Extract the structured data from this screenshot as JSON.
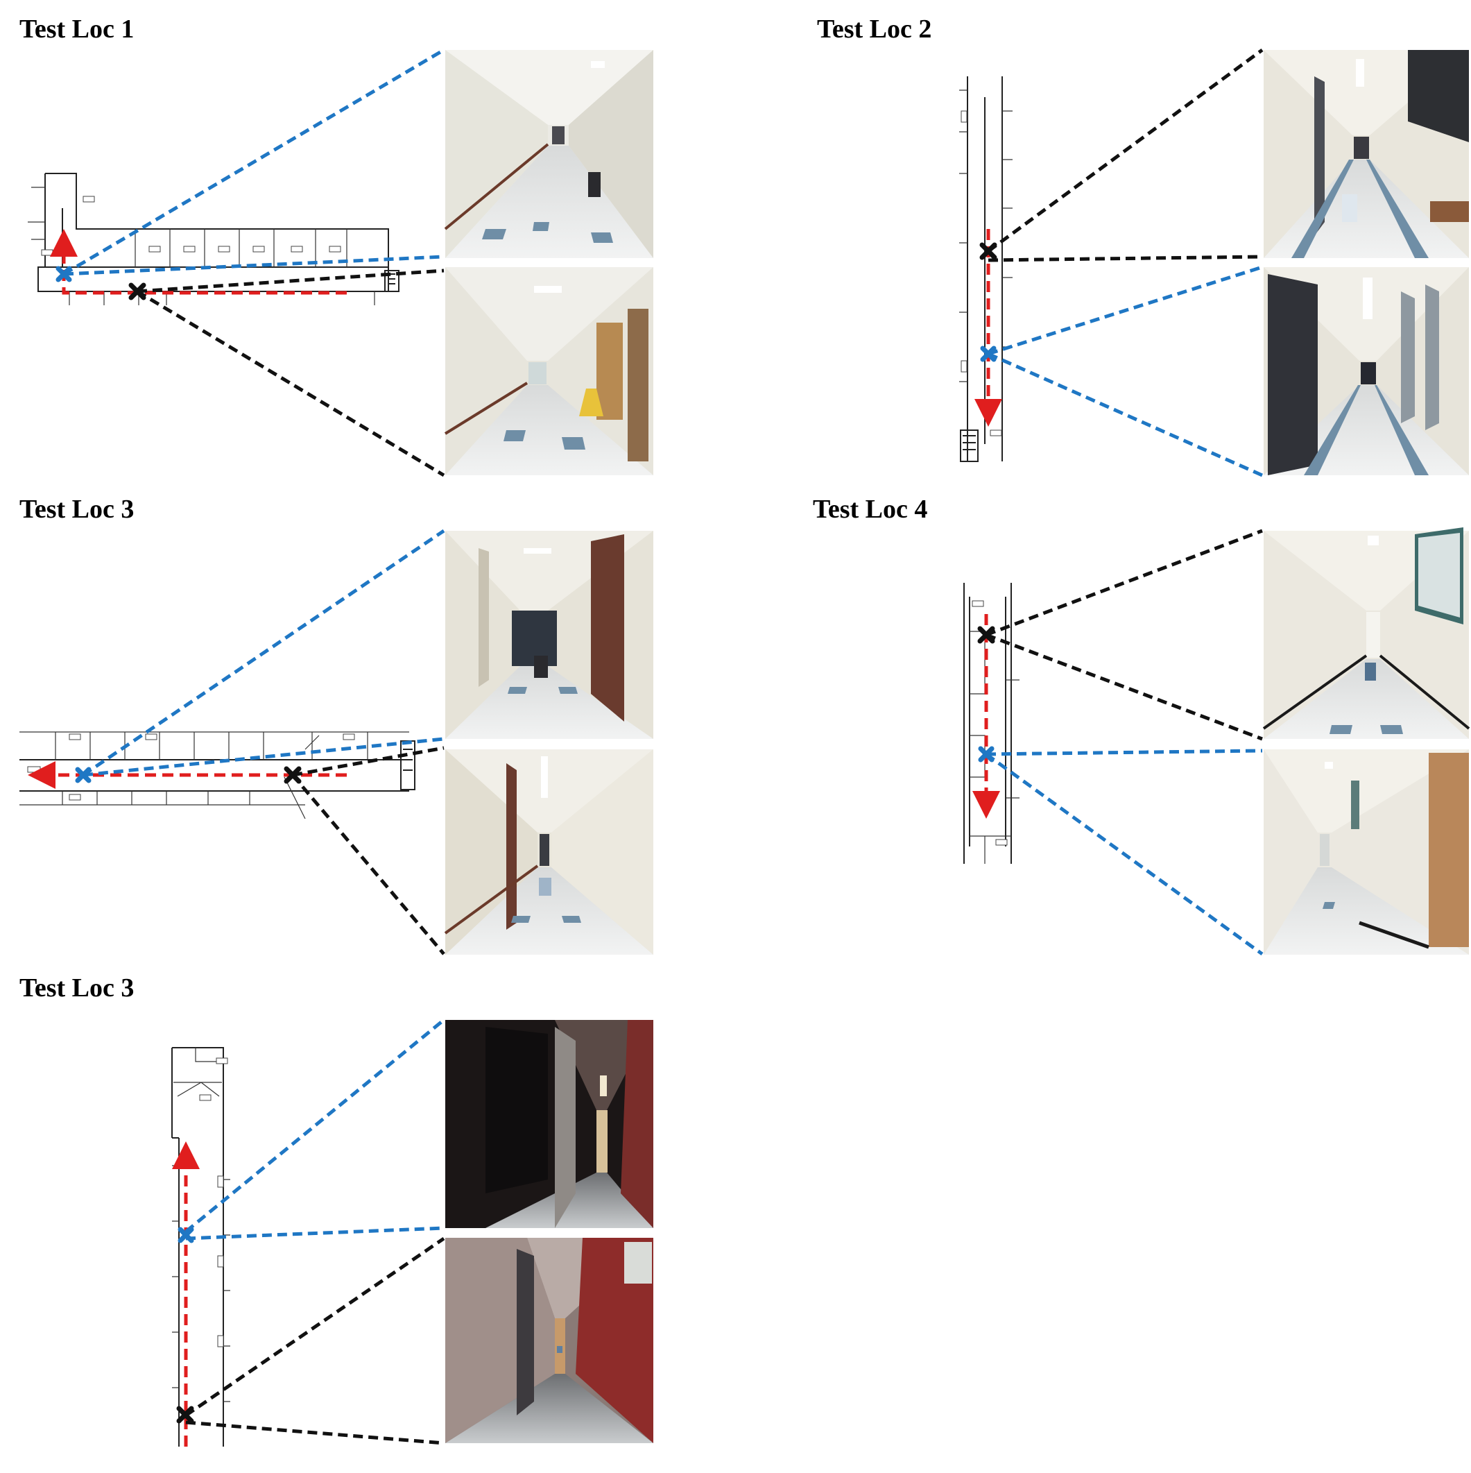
{
  "panels": [
    {
      "title": "Test Loc 1"
    },
    {
      "title": "Test Loc 2"
    },
    {
      "title": "Test Loc 3"
    },
    {
      "title": "Test Loc 4"
    },
    {
      "title": "Test Loc 3"
    }
  ],
  "legend_colors": {
    "route": "#e01e1e",
    "start_marker": "#1f77c4",
    "end_marker": "#111111"
  },
  "photo_palettes": {
    "bright_hall": {
      "wall": "#e9e7de",
      "floor": "#e4e6e6",
      "tile": "#6f8ea6",
      "ceiling": "#f3f2ee",
      "far": "#4a4a50"
    },
    "dark_hall": {
      "wall": "#1b1515",
      "floor": "#9ea4a8",
      "tile": "#8095aa",
      "ceiling": "#3a2f2e",
      "far": "#d7c19a"
    }
  }
}
